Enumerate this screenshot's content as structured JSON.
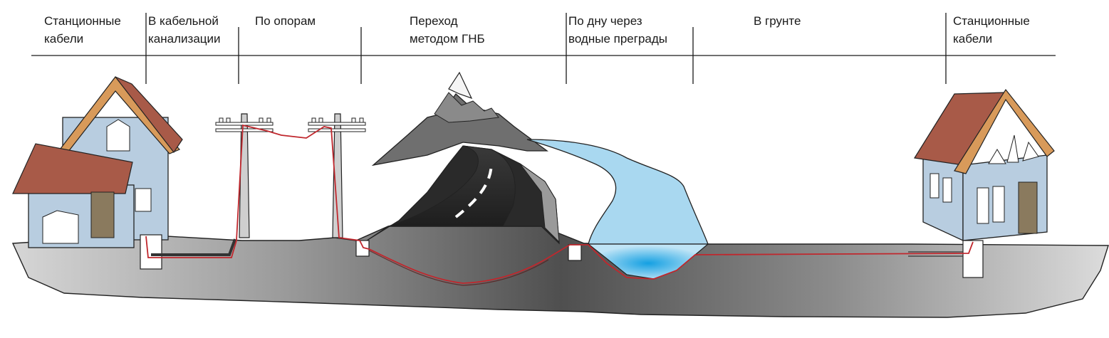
{
  "sections": [
    {
      "id": "station-left",
      "lines": [
        "Станционные",
        "кабели"
      ]
    },
    {
      "id": "duct",
      "lines": [
        "В кабельной",
        "канализации"
      ]
    },
    {
      "id": "poles",
      "lines": [
        "По опорам"
      ]
    },
    {
      "id": "hdd",
      "lines": [
        "Переход",
        "методом ГНБ"
      ]
    },
    {
      "id": "water",
      "lines": [
        "По дну через",
        "водные преграды"
      ]
    },
    {
      "id": "ground",
      "lines": [
        "В грунте"
      ]
    },
    {
      "id": "station-right",
      "lines": [
        "Станционные",
        "кабели"
      ]
    }
  ],
  "colors": {
    "cable": "#c0272d",
    "roof": "#a85a48",
    "roof_edge": "#d89a5a",
    "wall": "#b8cde0",
    "water": "#a9d8f0",
    "water_deep": "#1aa3e0",
    "ground_light": "#d8d8d8",
    "ground_dark": "#4a4a4a"
  }
}
